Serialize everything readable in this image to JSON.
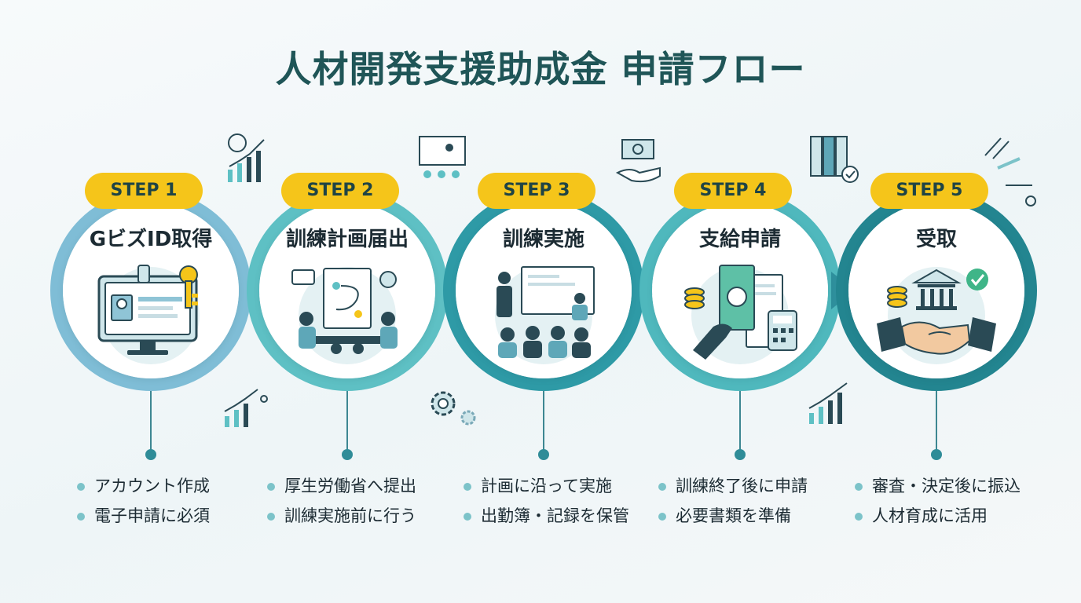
{
  "title": "人材開発支援助成金 申請フロー",
  "colors": {
    "badge": "#f5c51a",
    "title": "#1f5557",
    "ring_step1": "#7fbdd6",
    "ring_step2": "#5ec0c4",
    "ring_step3": "#2e9aa6",
    "ring_step4": "#4fb8bd",
    "ring_step5": "#238590"
  },
  "steps": [
    {
      "badge": "STEP 1",
      "title": "GビズID取得",
      "icon": "computer-id-key-icon",
      "bullets": [
        "アカウント作成",
        "電子申請に必須"
      ]
    },
    {
      "badge": "STEP 2",
      "title": "訓練計画届出",
      "icon": "planning-meeting-icon",
      "bullets": [
        "厚生労働省へ提出",
        "訓練実施前に行う"
      ]
    },
    {
      "badge": "STEP 3",
      "title": "訓練実施",
      "icon": "training-session-icon",
      "bullets": [
        "計画に沿って実施",
        "出勤簿・記録を保管"
      ]
    },
    {
      "badge": "STEP 4",
      "title": "支給申請",
      "icon": "payment-request-icon",
      "bullets": [
        "訓練終了後に申請",
        "必要書類を準備"
      ]
    },
    {
      "badge": "STEP 5",
      "title": "受取",
      "icon": "handshake-bank-icon",
      "bullets": [
        "審査・決定後に振込",
        "人材育成に活用"
      ]
    }
  ]
}
